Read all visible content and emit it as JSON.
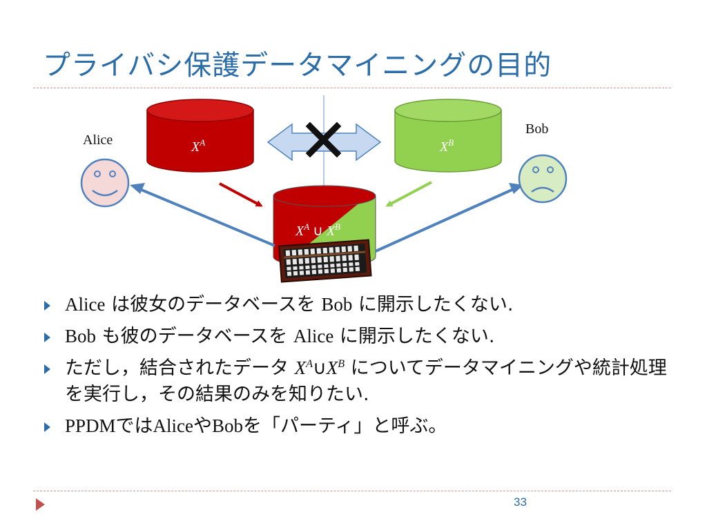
{
  "title": "プライバシ保護データマイニングの目的",
  "diagram": {
    "alice_label": "Alice",
    "bob_label": "Bob",
    "db_a_var": "X",
    "db_a_sup": "A",
    "db_b_var": "X",
    "db_b_sup": "B",
    "union_left_var": "X",
    "union_left_sup": "A",
    "union_op": " ∪ ",
    "union_right_var": "X",
    "union_right_sup": "B",
    "colors": {
      "red": "#c00000",
      "green": "#92d050",
      "blue_arrow": "#4f81bd",
      "exchange_fill": "#c6d9f1"
    }
  },
  "bullets": {
    "b1": {
      "p1": "Alice",
      "p2": " は彼女のデータベースを ",
      "p3": "Bob",
      "p4": " に開示したくない."
    },
    "b2": {
      "p1": "Bob",
      "p2": " も彼のデータベースを ",
      "p3": "Alice",
      "p4": " に開示したくない."
    },
    "b3": {
      "p1": "ただし，結合されたデータ ",
      "v1": "X",
      "s1": "A",
      "op": "∪",
      "v2": "X",
      "s2": "B",
      "p2": " についてデータマイニングや統計処理を実行し，その結果のみを知りたい."
    },
    "b4": {
      "p1": "PPDM",
      "p2": "では",
      "p3": "Alice",
      "p4": "や",
      "p5": "Bob",
      "p6": "を「パーティ」と呼ぶ。"
    }
  },
  "page_number": "33"
}
